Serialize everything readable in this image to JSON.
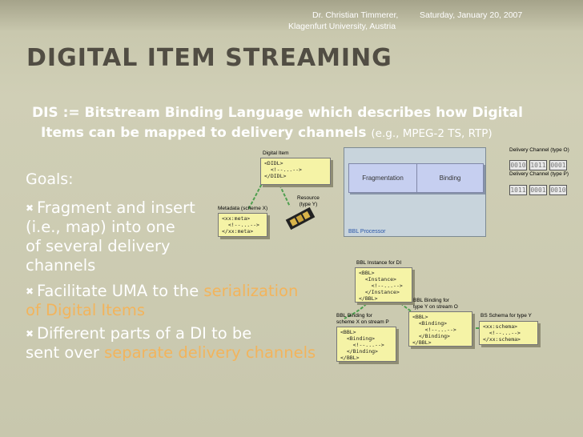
{
  "header": {
    "author_line1": "Dr. Christian Timmerer,",
    "author_line2": "Klagenfurt University, Austria",
    "date": "Saturday, January 20, 2007"
  },
  "title": "DIGITAL ITEM STREAMING",
  "intro": {
    "main": "DIS := Bitstream Binding Language which describes how Digital Items can be mapped to delivery channels",
    "line1": "DIS := Bitstream Binding Language which describes how Digital",
    "line2": "Items can be mapped to delivery channels",
    "example": "(e.g., MPEG-2 TS,  RTP)"
  },
  "goals": {
    "heading": "Goals:",
    "item1_lines": [
      "Fragment and insert",
      "(i.e., map) into one",
      "of several delivery",
      "channels"
    ],
    "item2_a": "Facilitate UMA to the",
    "item2_b": "serialization",
    "item2_c": "of Digital Items",
    "item3_a": "Different parts of a DI to be",
    "item3_b": "sent over",
    "item3_c": "separate delivery channels"
  },
  "diagram": {
    "digital_item_label": "Digital Item",
    "didl_code": [
      "<DIDL>",
      "  <!--...-->",
      "</DIDL>"
    ],
    "metadata_label": "Metadata (scheme X)",
    "metadata_code": [
      "<xx:meta>",
      "  <!--...-->",
      "</xx:meta>"
    ],
    "resource_label_1": "Resource",
    "resource_label_2": "(type Y)",
    "processor_label": "BBL Processor",
    "fragmentation": "Fragmentation",
    "binding": "Binding",
    "channel_o_label": "Delivery Channel (type O)",
    "channel_o_cells": [
      "0010",
      "1011",
      "0001"
    ],
    "channel_p_label": "Delivery Channel (type P)",
    "channel_p_cells": [
      "1011",
      "0001",
      "0010"
    ],
    "instance_label": "BBL Instance for DI",
    "instance_code": [
      "<BBL>",
      "  <Instance>",
      "    <!--...-->",
      "  </Instance>",
      "</BBL>"
    ],
    "binding_p_label_1": "BBL Binding for",
    "binding_p_label_2": "scheme X on stream P",
    "binding_p_code": [
      "<BBL>",
      "  <Binding>",
      "    <!--...-->",
      "  </Binding>",
      "</BBL>"
    ],
    "binding_o_label_1": "BBL Binding for",
    "binding_o_label_2": "type Y on stream O",
    "binding_o_code": [
      "<BBL>",
      "  <Binding>",
      "    <!--...-->",
      "  </Binding>",
      "</BBL>"
    ],
    "schema_label": "BS Schema for type Y",
    "schema_code": [
      "<xx:schema>",
      "  <!--...-->",
      "</xx:schema>"
    ]
  },
  "colors": {
    "title": "#514d43",
    "highlight": "#f2b45c",
    "doc_fill": "#f5f3a6",
    "processor_fill": "#c8d4dc",
    "button_fill": "#c6cff0"
  }
}
